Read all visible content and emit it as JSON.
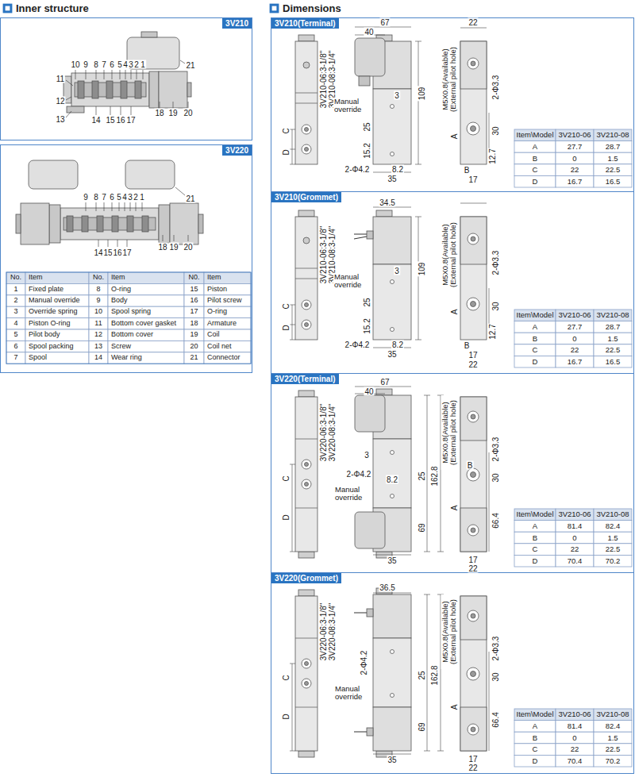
{
  "diagram": {
    "nodes": [
      {
        "text": [
          "3V210"
        ]
      },
      {
        "text": [
          "3V220"
        ]
      },
      {
        "text": [
          "3V210(Terminal)"
        ]
      },
      {
        "text": [
          "3V210(Grommet)"
        ]
      },
      {
        "text": [
          "3V220(Terminal)"
        ]
      },
      {
        "text": [
          "3V220(Grommet)"
        ]
      }
    ],
    "labels": [
      "Inner structure",
      "Dimensions",
      "10",
      "9",
      "8",
      "7",
      "6",
      "5",
      "4",
      "3",
      "2",
      "1",
      "21",
      "11",
      "12",
      "13",
      "14",
      "15",
      "16",
      "17",
      "18",
      "19",
      "20",
      "9",
      "8",
      "7",
      "6",
      "5",
      "4",
      "3",
      "2",
      "1",
      "21",
      "14",
      "15",
      "16",
      "17",
      "18",
      "19",
      "20",
      "No.",
      "Item",
      "No.",
      "Item",
      "N0.",
      "Item",
      "1",
      "Fixed plate",
      "8",
      "O-ring",
      "15",
      "Piston",
      "2",
      "Manual override",
      "9",
      "Body",
      "16",
      "Pilot screw",
      "3",
      "Override spring",
      "10",
      "Spool spring",
      "17",
      "O-ring",
      "4",
      "Piston O-ring",
      "11",
      "Bottom cover gasket",
      "18",
      "Armature",
      "5",
      "Pilot body",
      "12",
      "Bottom cover",
      "19",
      "Coil",
      "6",
      "Spool packing",
      "13",
      "Screw",
      "20",
      "Coil net",
      "7",
      "Spool",
      "14",
      "Wear ring",
      "21",
      "Connector",
      "67",
      "40",
      "22",
      "3V210-06:3-1/8\"",
      "3V210-08:3-1/4\"",
      "3",
      "Manual override",
      "25",
      "109",
      "15.2",
      "2-Φ4.2",
      "8.2",
      "35",
      "C",
      "D",
      "M5X0.8(Available) (External pilot hole)",
      "2-Φ3.3",
      "30",
      "12.7",
      "A",
      "B",
      "17",
      "Item\\Model",
      "3V210-06",
      "3V210-08",
      "A",
      "27.7",
      "28.7",
      "B",
      "0",
      "1.5",
      "C",
      "22",
      "22.5",
      "D",
      "16.7",
      "16.5",
      "34.5",
      "3V210-06:3-1/8\"",
      "3V210-08:3-1/4\"",
      "Manual override",
      "3",
      "109",
      "25",
      "15.2",
      "2-Φ4.2",
      "8.2",
      "35",
      "C",
      "D",
      "M5X0.8(Available) (External pilot hole)",
      "2-Φ3.3",
      "30",
      "12.7",
      "A",
      "B",
      "17",
      "22",
      "Item\\Model",
      "3V210-06",
      "3V210-08",
      "A",
      "27.7",
      "28.7",
      "B",
      "0",
      "1.5",
      "C",
      "22",
      "22.5",
      "D",
      "16.7",
      "16.5",
      "67",
      "40",
      "3V220-06:3-1/8\"",
      "3V220-08:3-1/4\"",
      "3",
      "2-Φ4.2",
      "8.2",
      "Manual override",
      "25",
      "162.8",
      "69",
      "35",
      "C",
      "D",
      "M5X0.8(Available) (External pilot hole)",
      "2-Φ3.3",
      "B",
      "30",
      "A",
      "66.4",
      "17",
      "22",
      "Item\\Model",
      "3V210-06",
      "3V210-08",
      "A",
      "81.4",
      "82.4",
      "B",
      "0",
      "1.5",
      "C",
      "22",
      "22.5",
      "D",
      "70.4",
      "70.2",
      "36.5",
      "3V220-06:3-1/8\"",
      "3V220-08:3-1/4\"",
      "2-Φ4.2",
      "25",
      "162.8",
      "Manual override",
      "69",
      "35",
      "C",
      "D",
      "M5X0.8(Available) (External pilot hole)",
      "2-Φ3.3",
      "30",
      "A",
      "66.4",
      "17",
      "22",
      "Item\\Model",
      "3V210-06",
      "3V210-08",
      "A",
      "81.4",
      "82.4",
      "B",
      "0",
      "1.5",
      "C",
      "22",
      "22.5",
      "D",
      "70.4",
      "70.2"
    ]
  }
}
